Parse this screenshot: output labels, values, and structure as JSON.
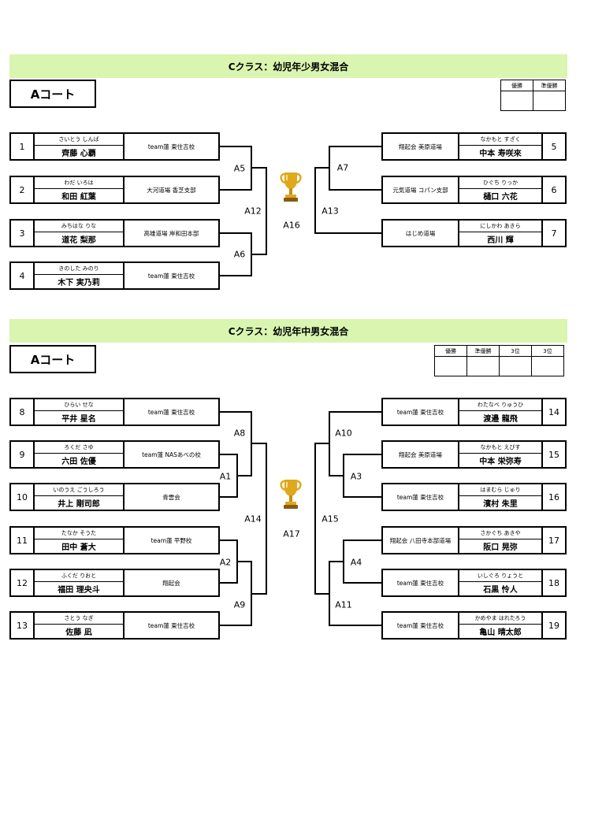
{
  "sections": [
    {
      "title": "Cクラス：幼児年少男女混合",
      "court": "Aコート",
      "result_headers": [
        "優勝",
        "準優勝"
      ],
      "left_entries": [
        {
          "seed": "1",
          "kana": "さいとう しんば",
          "name": "齊藤 心覇",
          "team": "team蓮 東住吉校"
        },
        {
          "seed": "2",
          "kana": "わだ いろは",
          "name": "和田 紅葉",
          "team": "大河道場 香芝支部"
        },
        {
          "seed": "3",
          "kana": "みちはな りな",
          "name": "道花 梨那",
          "team": "高雄道場 岸和田本部"
        },
        {
          "seed": "4",
          "kana": "きのした みのり",
          "name": "木下 実乃莉",
          "team": "team蓮 東住吉校"
        }
      ],
      "right_entries": [
        {
          "seed": "5",
          "kana": "なかもと すざく",
          "name": "中本 寿咲來",
          "team": "翔起会 美原道場"
        },
        {
          "seed": "6",
          "kana": "ひぐち りっか",
          "name": "樋口 六花",
          "team": "元気道場 コパン支部"
        },
        {
          "seed": "7",
          "kana": "にしかわ あきら",
          "name": "西川 輝",
          "team": "はじめ道場"
        }
      ],
      "match_labels": {
        "m1": "A5",
        "m2": "A6",
        "m3": "A12",
        "m4": "A7",
        "m5": "A13",
        "final": "A16"
      }
    },
    {
      "title": "Cクラス：幼児年中男女混合",
      "court": "Aコート",
      "result_headers": [
        "優勝",
        "準優勝",
        "3位",
        "3位"
      ],
      "left_entries": [
        {
          "seed": "8",
          "kana": "ひらい せな",
          "name": "平井 星名",
          "team": "team蓮 東住吉校"
        },
        {
          "seed": "9",
          "kana": "ろくだ さゆ",
          "name": "六田 佐優",
          "team": "team蓮 NASあべの校"
        },
        {
          "seed": "10",
          "kana": "いのうえ ごうしろう",
          "name": "井上 剛司郎",
          "team": "青雲会"
        },
        {
          "seed": "11",
          "kana": "たなか そうた",
          "name": "田中 蒼大",
          "team": "team蓮 平野校"
        },
        {
          "seed": "12",
          "kana": "ふくだ りおと",
          "name": "福田 理央斗",
          "team": "翔起会"
        },
        {
          "seed": "13",
          "kana": "さとう なぎ",
          "name": "佐藤 凪",
          "team": "team蓮 東住吉校"
        }
      ],
      "right_entries": [
        {
          "seed": "14",
          "kana": "わたなべ りゅうひ",
          "name": "渡邉 龍飛",
          "team": "team蓮 東住吉校"
        },
        {
          "seed": "15",
          "kana": "なかもと えびす",
          "name": "中本 栄弥寿",
          "team": "翔起会 美原道場"
        },
        {
          "seed": "16",
          "kana": "はまむら じゅり",
          "name": "濱村 朱里",
          "team": "team蓮 東住吉校"
        },
        {
          "seed": "17",
          "kana": "さかぐち あきや",
          "name": "阪口 晃弥",
          "team": "翔起会 八田寺本部道場"
        },
        {
          "seed": "18",
          "kana": "いしぐろ りょうと",
          "name": "石黒 怜人",
          "team": "team蓮 東住吉校"
        },
        {
          "seed": "19",
          "kana": "かめやま はれたろう",
          "name": "亀山 晴太郎",
          "team": "team蓮 東住吉校"
        }
      ],
      "match_labels": {
        "l1": "A1",
        "l2": "A2",
        "l3": "A8",
        "l4": "A9",
        "l5": "A14",
        "r1": "A3",
        "r2": "A4",
        "r3": "A10",
        "r4": "A11",
        "r5": "A15",
        "final": "A17"
      }
    }
  ],
  "colors": {
    "banner": "#d9f5b0",
    "trophy": "#e0a81c"
  }
}
